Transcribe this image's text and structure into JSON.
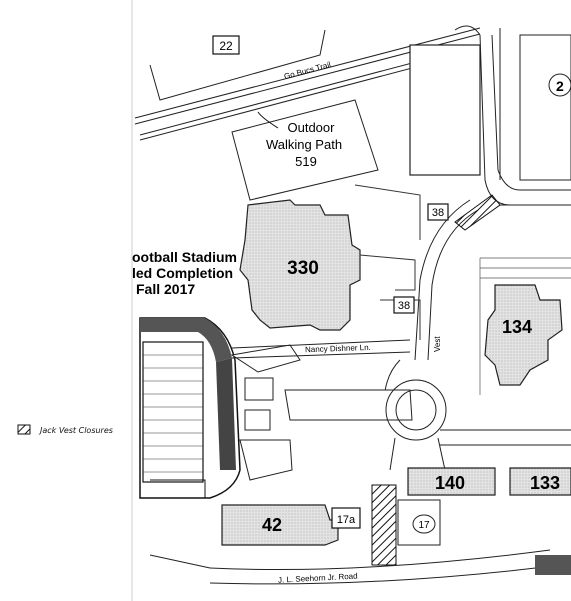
{
  "buildings": {
    "b22": "22",
    "b330": "330",
    "b38a": "38",
    "b38b": "38",
    "b134": "134",
    "b140": "140",
    "b133": "133",
    "b42": "42",
    "b17a": "17a",
    "b17": "17",
    "b2": "2"
  },
  "areas": {
    "walking_path": [
      "Outdoor",
      "Walking Path",
      "519"
    ],
    "stadium": [
      "ootball Stadium",
      "led Completion",
      "Fall 2017"
    ]
  },
  "roads": {
    "go_bucs_trail": "Go Bucs Trail",
    "nancy_dishner_ln": "Nancy Dishner Ln.",
    "seehorn_rd": "J. L. Seehorn Jr. Road",
    "vest": "Vest"
  },
  "legend": {
    "label": "Jack Vest Closures"
  },
  "colors": {
    "building_fill": "#d9d9d9",
    "outline": "#222222",
    "hatch": "#111111",
    "background": "#ffffff"
  }
}
